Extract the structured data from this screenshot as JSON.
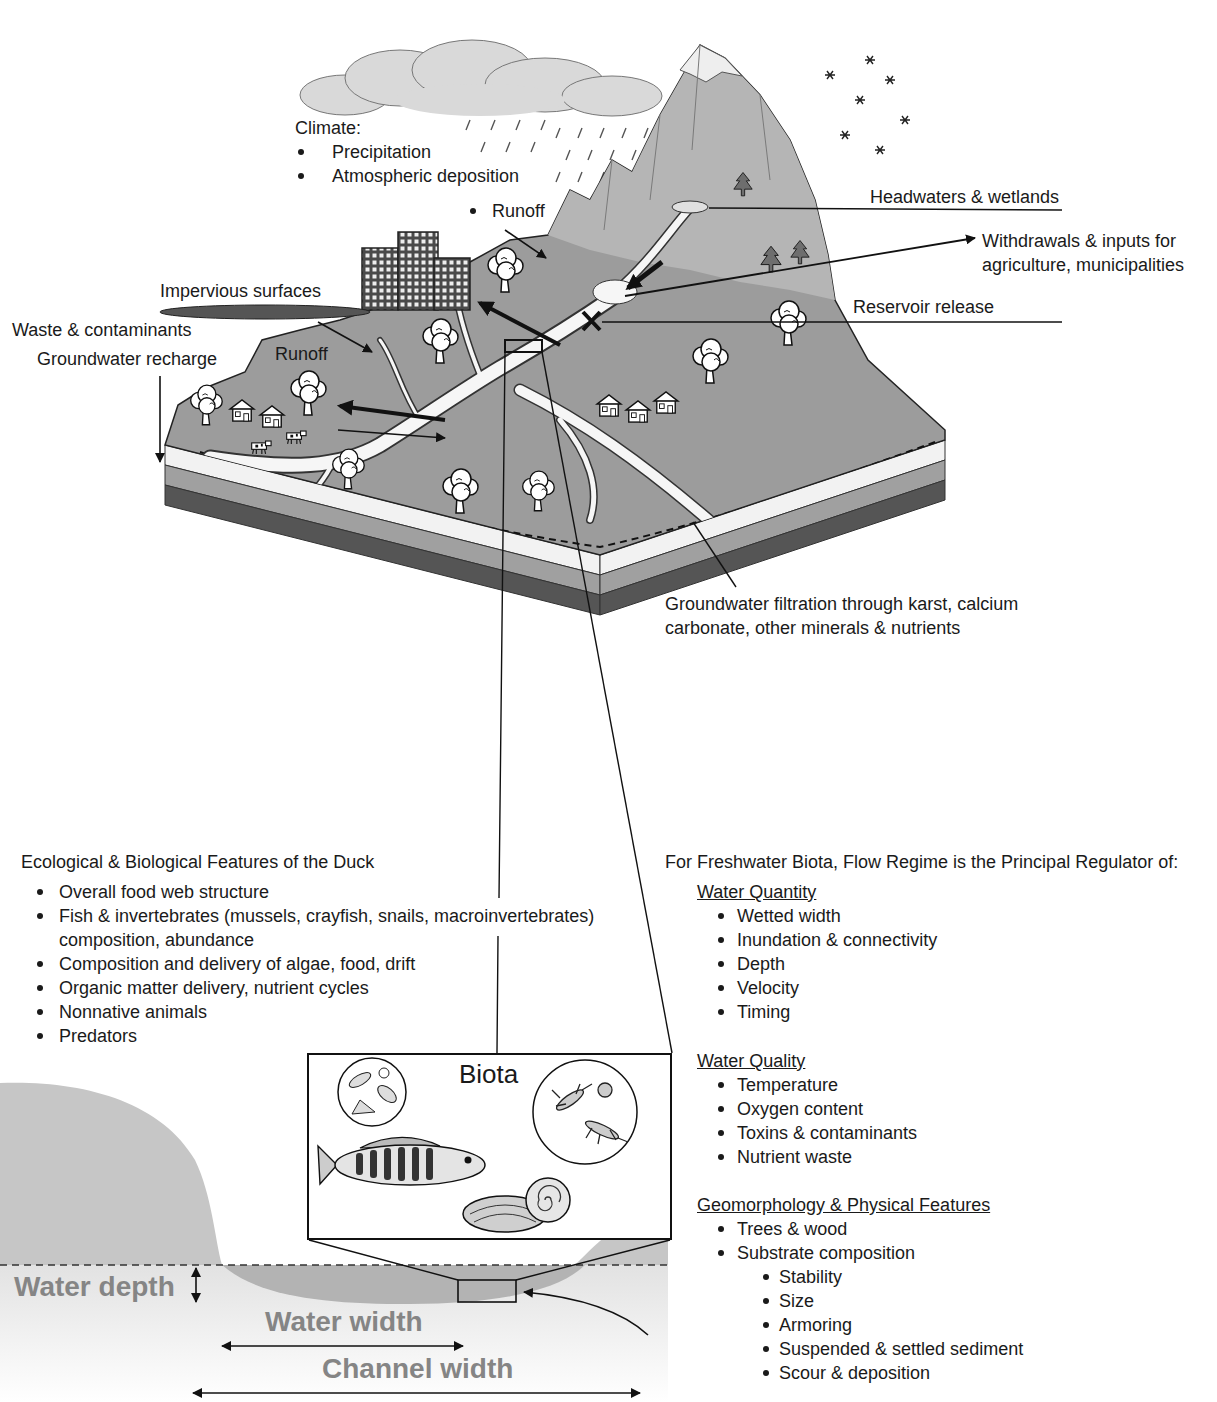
{
  "diagram": {
    "nodes": [
      {
        "text": [
          "Biota"
        ]
      }
    ],
    "labels": [
      "Climate:",
      "Precipitation",
      "Atmospheric deposition",
      "Runoff",
      "Headwaters & wetlands",
      "Withdrawals & inputs for agriculture, municipalities",
      "Reservoir release",
      "Impervious surfaces",
      "Waste & contaminants",
      "Groundwater recharge",
      "Runoff",
      "Groundwater filtration through karst, calcium carbonate, other minerals & nutrients",
      "Ecological & Biological Features of the Duck",
      "Overall food web structure",
      "Fish & invertebrates (mussels, crayfish, snails, macroinvertebrates) composition, abundance",
      "Composition and delivery of algae, food, drift",
      "Organic matter delivery, nutrient cycles",
      "Nonnative animals",
      "Predators",
      "For Freshwater Biota, Flow Regime is the Principal Regulator of:",
      "Water Quantity",
      "Wetted width",
      "Inundation & connectivity",
      "Depth",
      "Velocity",
      "Timing",
      "Water Quality",
      "Temperature",
      "Oxygen content",
      "Toxins & contaminants",
      "Nutrient waste",
      "Geomorphology & Physical Features",
      "Trees & wood",
      "Substrate composition",
      "Stability",
      "Size",
      "Armoring",
      "Suspended & settled sediment",
      "Scour & deposition",
      "Water depth",
      "Water width",
      "Channel width"
    ]
  }
}
